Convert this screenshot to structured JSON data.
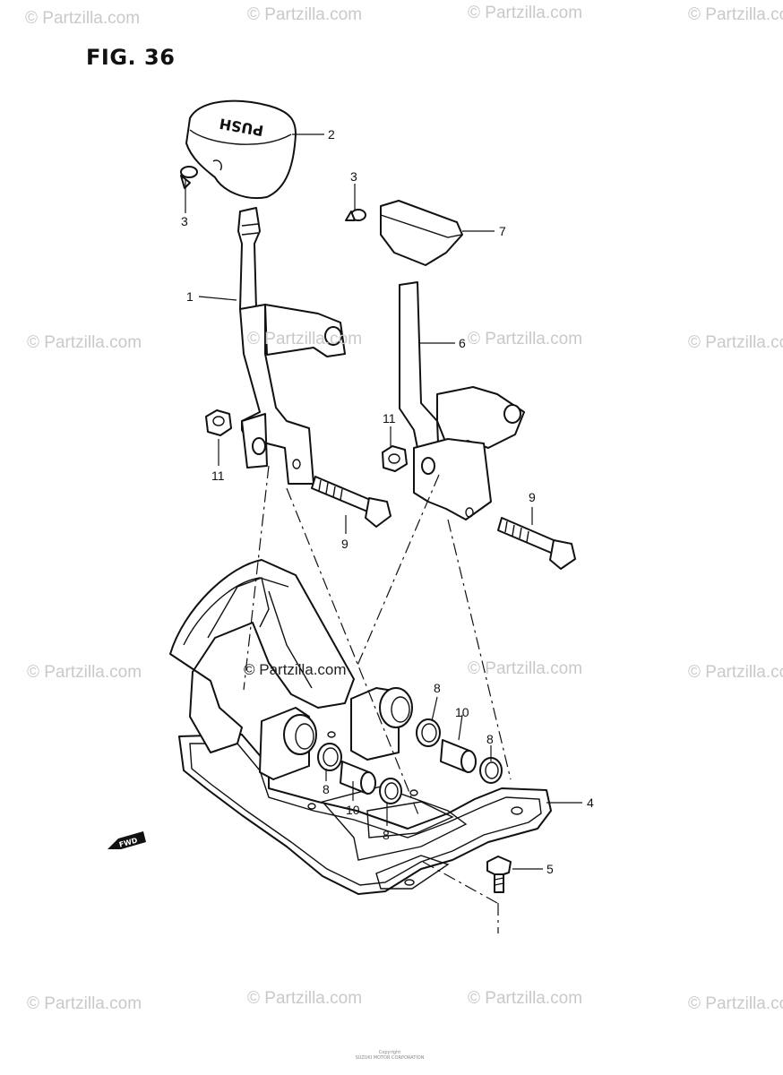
{
  "figure": {
    "title": "FIG. 36"
  },
  "knob_text": "PUSH",
  "fwd_text": "FWD",
  "watermarks": {
    "text": "© Partzilla.com",
    "center_text": "© Partzilla.com"
  },
  "callouts": [
    {
      "id": "c1",
      "label": "1"
    },
    {
      "id": "c2",
      "label": "2"
    },
    {
      "id": "c3a",
      "label": "3"
    },
    {
      "id": "c3b",
      "label": "3"
    },
    {
      "id": "c4",
      "label": "4"
    },
    {
      "id": "c5",
      "label": "5"
    },
    {
      "id": "c6",
      "label": "6"
    },
    {
      "id": "c7",
      "label": "7"
    },
    {
      "id": "c8a",
      "label": "8"
    },
    {
      "id": "c8b",
      "label": "8"
    },
    {
      "id": "c8c",
      "label": "8"
    },
    {
      "id": "c8d",
      "label": "8"
    },
    {
      "id": "c9a",
      "label": "9"
    },
    {
      "id": "c9b",
      "label": "9"
    },
    {
      "id": "c10a",
      "label": "10"
    },
    {
      "id": "c10b",
      "label": "10"
    },
    {
      "id": "c11a",
      "label": "11"
    },
    {
      "id": "c11b",
      "label": "11"
    }
  ],
  "footer": {
    "line1": "Copyright",
    "line2": "SUZUKI MOTOR CORPORATION"
  }
}
